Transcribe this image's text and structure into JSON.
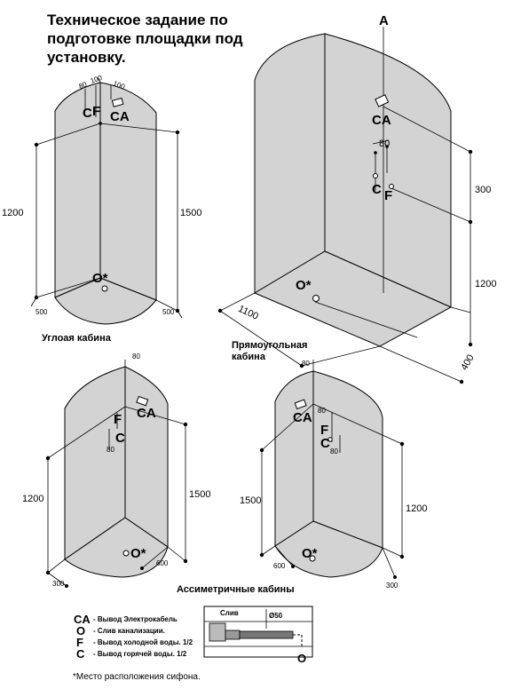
{
  "title": "Техническое задание по подготовке площадки под установку.",
  "codes": {
    "ca": "CA",
    "o": "O",
    "f": "F",
    "c": "C",
    "a": "A",
    "o_star": "O*"
  },
  "corner_cabin": {
    "caption": "Углоая кабина",
    "dims": {
      "h_left": "1200",
      "h_right": "1500",
      "w_left": "500",
      "w_right": "500",
      "top_a": "80",
      "top_b": "100",
      "top_c": "100"
    }
  },
  "rect_cabin": {
    "caption_line1": "Прямоугольная",
    "caption_line2": "кабина",
    "dims": {
      "width": "1100",
      "depth": "400",
      "h_upper": "300",
      "h_lower": "1200",
      "top": "80"
    }
  },
  "asym_cabins": {
    "caption": "Ассиметричные кабины",
    "left": {
      "dims": {
        "h_left": "1200",
        "h_right": "1500",
        "w_left": "300",
        "w_right": "600",
        "top": "80",
        "f_off": "80"
      }
    },
    "right": {
      "dims": {
        "h_left": "1500",
        "h_right": "1200",
        "w_left": "600",
        "w_right": "300",
        "top": "80",
        "f_off": "80",
        "c_off": "80"
      }
    }
  },
  "legend": {
    "items": [
      {
        "code": "CA",
        "text": "- Вывод Электрокабель"
      },
      {
        "code": "O",
        "text": "- Слив канализации."
      },
      {
        "code": "F",
        "text": "- Вывод холодной воды.  1/2"
      },
      {
        "code": "C",
        "text": "- Вывод горячей воды.   1/2"
      }
    ],
    "siphon_label": "Слив",
    "siphon_dim": "Ø50",
    "siphon_code": "O",
    "footnote": "*Место расположения сифона."
  },
  "colors": {
    "panel": "#d3d3d3",
    "stroke": "#000000",
    "background": "#ffffff"
  }
}
